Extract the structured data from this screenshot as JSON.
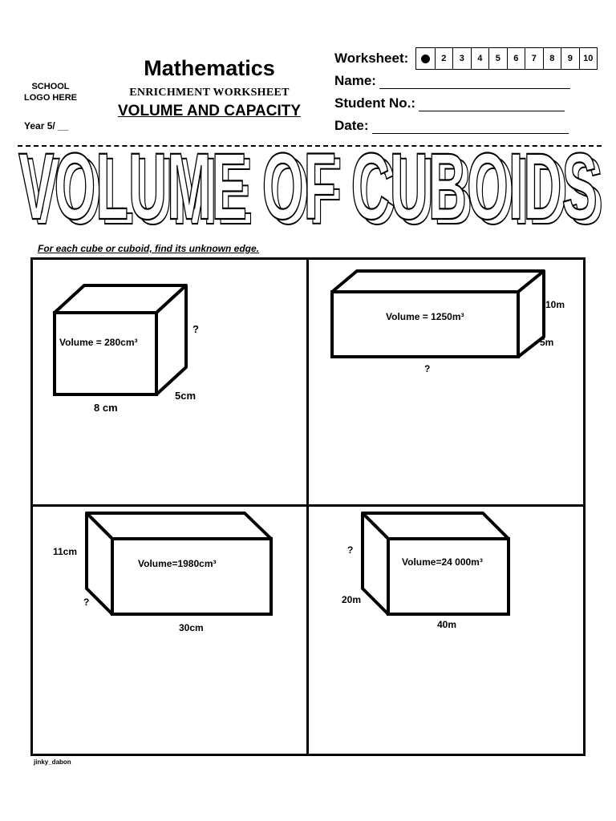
{
  "header": {
    "logo_placeholder_line1": "SCHOOL",
    "logo_placeholder_line2": "LOGO HERE",
    "year": "Year 5/ __",
    "title": "Mathematics",
    "subtitle": "ENRICHMENT WORKSHEET",
    "topic": "VOLUME AND CAPACITY"
  },
  "fields": {
    "worksheet_label": "Worksheet:",
    "worksheet_numbers": [
      "",
      "2",
      "3",
      "4",
      "5",
      "6",
      "7",
      "8",
      "9",
      "10"
    ],
    "name_label": "Name:",
    "student_no_label": "Student No.:",
    "date_label": "Date:"
  },
  "banner": {
    "text": "VOLUME OF CUBOIDS"
  },
  "instruction": "For each cube or cuboid, find its unknown edge.",
  "problems": {
    "p1": {
      "volume": "Volume = 280cm³",
      "height": "?",
      "depth": "5cm",
      "width": "8 cm"
    },
    "p2": {
      "volume": "Volume  = 1250m³",
      "height": "10m",
      "depth": "5m",
      "width": "?"
    },
    "p3": {
      "volume": "Volume=1980cm³",
      "height": "11cm",
      "depth": "?",
      "width": "30cm"
    },
    "p4": {
      "volume": "Volume=24 000m³",
      "height": "?",
      "depth": "20m",
      "width": "40m"
    }
  },
  "credit": "jinky_dabon"
}
